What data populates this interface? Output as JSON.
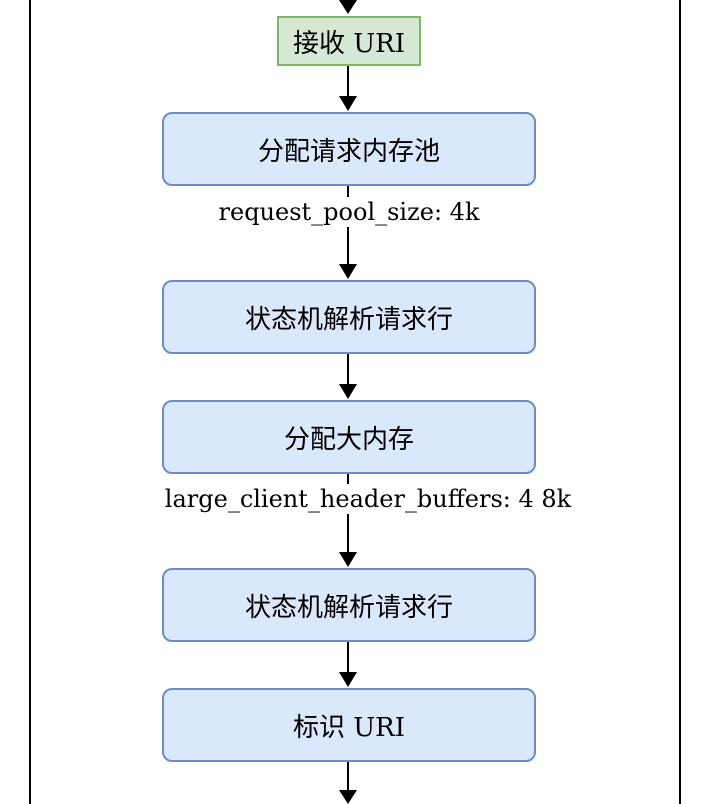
{
  "diagram": {
    "nodes": [
      {
        "id": "receive-uri",
        "label": "接收 URI"
      },
      {
        "id": "alloc-pool",
        "label": "分配请求内存池"
      },
      {
        "id": "parse-line-1",
        "label": "状态机解析请求行"
      },
      {
        "id": "alloc-large",
        "label": "分配大内存"
      },
      {
        "id": "parse-line-2",
        "label": "状态机解析请求行"
      },
      {
        "id": "mark-uri",
        "label": "标识 URI"
      }
    ],
    "edge_labels": {
      "pool_size": "request_pool_size: 4k",
      "large_buffers": "large_client_header_buffers: 4 8k"
    },
    "colors": {
      "start_fill": "#d5e8d4",
      "start_stroke": "#82b366",
      "step_fill": "#dae8fc",
      "step_stroke": "#6c8ebf",
      "line": "#000000"
    }
  }
}
